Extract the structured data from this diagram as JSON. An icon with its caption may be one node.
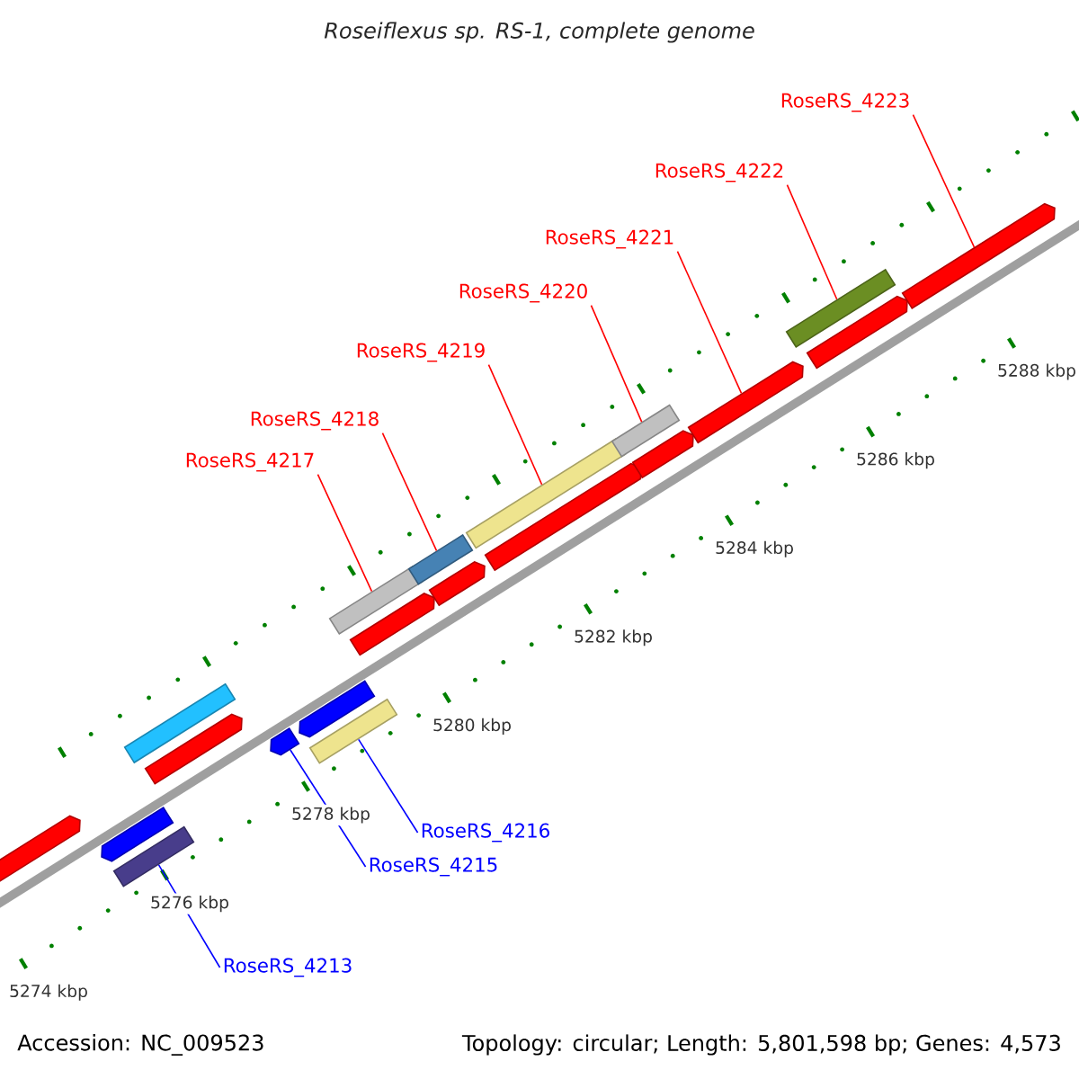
{
  "diagram": {
    "title": "Roseiflexus sp. RS-1, complete genome",
    "nodes": [
      {
        "text": [
          "RoseRS_4223"
        ]
      },
      {
        "text": [
          "RoseRS_4222"
        ]
      },
      {
        "text": [
          "RoseRS_4221"
        ]
      },
      {
        "text": [
          "RoseRS_4220"
        ]
      },
      {
        "text": [
          "RoseRS_4219"
        ]
      },
      {
        "text": [
          "RoseRS_4218"
        ]
      },
      {
        "text": [
          "RoseRS_4217"
        ]
      },
      {
        "text": [
          "RoseRS_4216"
        ]
      },
      {
        "text": [
          "RoseRS_4215"
        ]
      },
      {
        "text": [
          "RoseRS_4213"
        ]
      },
      {
        "text": [],
        "shape": "bar"
      },
      {
        "text": [],
        "shape": "bar"
      },
      {
        "text": [],
        "shape": "bar"
      },
      {
        "text": [],
        "shape": "bar"
      },
      {
        "text": [],
        "shape": "bar"
      },
      {
        "text": [],
        "shape": "bar"
      },
      {
        "text": [],
        "shape": "bar"
      },
      {
        "text": [],
        "shape": "bar"
      },
      {
        "text": [],
        "shape": "bar"
      },
      {
        "text": [],
        "shape": "bar"
      },
      {
        "text": [],
        "shape": "bar"
      },
      {
        "text": [],
        "shape": "bar"
      },
      {
        "text": [],
        "shape": "bar"
      },
      {
        "text": [],
        "shape": "bar"
      },
      {
        "text": [],
        "shape": "bar"
      },
      {
        "text": [],
        "shape": "bar"
      },
      {
        "text": [],
        "shape": "bar"
      },
      {
        "text": [],
        "shape": "bar"
      },
      {
        "text": [],
        "shape": "bar"
      },
      {
        "text": [],
        "shape": "bar"
      }
    ],
    "edges": [
      {
        "from": 0,
        "to": 29,
        "arrow": "none"
      },
      {
        "from": 1,
        "to": 27,
        "arrow": "none"
      },
      {
        "from": 2,
        "to": 26,
        "arrow": "none"
      },
      {
        "from": 3,
        "to": 24,
        "arrow": "none"
      },
      {
        "from": 4,
        "to": 22,
        "arrow": "none"
      },
      {
        "from": 5,
        "to": 20,
        "arrow": "none"
      },
      {
        "from": 6,
        "to": 18,
        "arrow": "none"
      },
      {
        "from": 7,
        "to": 17,
        "arrow": "none",
        "color": "#0000ff"
      },
      {
        "from": 8,
        "to": 15,
        "arrow": "none",
        "color": "#0000ff"
      },
      {
        "from": 9,
        "to": 12,
        "arrow": "none",
        "color": "#0000ff"
      }
    ],
    "labels": [
      "5274 kbp",
      "5276 kbp",
      "5278 kbp",
      "5280 kbp",
      "5282 kbp",
      "5284 kbp",
      "5286 kbp",
      "5288 kbp",
      "Accession: NC_009523",
      "Topology: circular; Length: 5,801,598 bp; Genes: 4,573"
    ]
  }
}
